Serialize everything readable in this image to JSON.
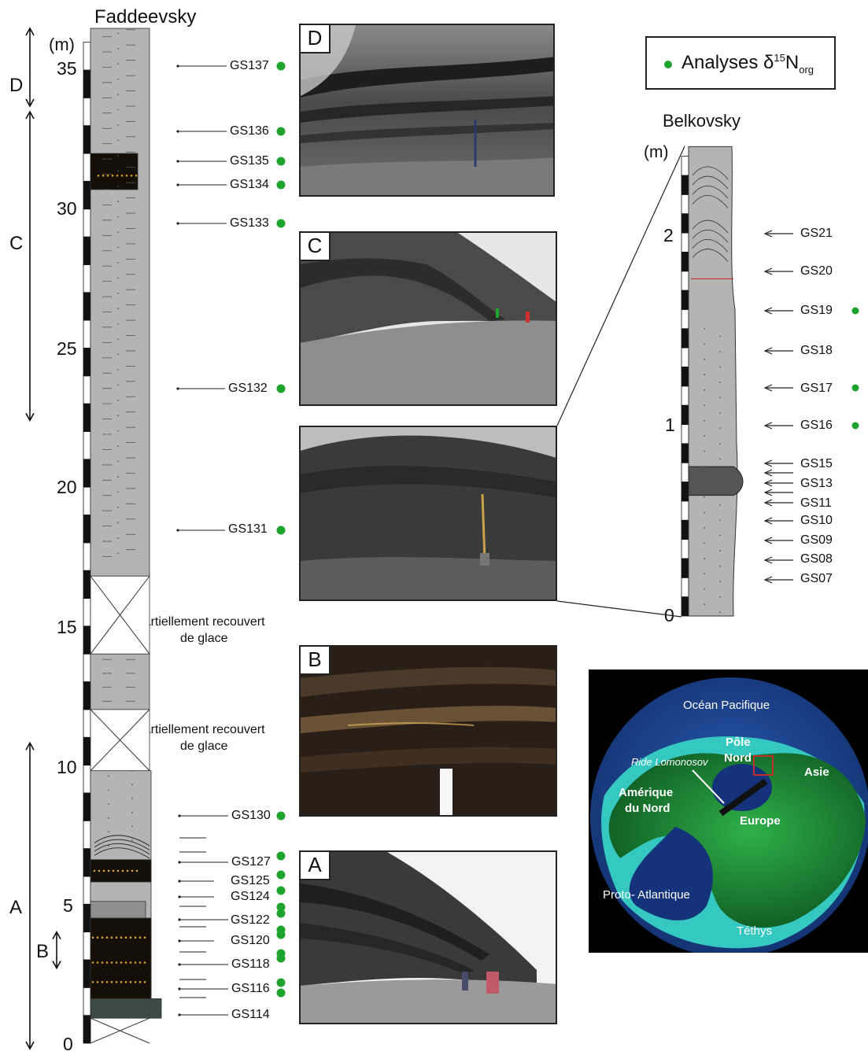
{
  "faddeevsky": {
    "title": "Faddeevsky",
    "unit": "(m)",
    "ticks": [
      {
        "label": "35",
        "m": 35
      },
      {
        "label": "30",
        "m": 30
      },
      {
        "label": "25",
        "m": 25
      },
      {
        "label": "20",
        "m": 20
      },
      {
        "label": "15",
        "m": 15
      },
      {
        "label": "10",
        "m": 10
      },
      {
        "label": "5",
        "m": 5
      },
      {
        "label": "0",
        "m": 0
      }
    ],
    "sections": [
      {
        "id": "D",
        "label": "D"
      },
      {
        "id": "C",
        "label": "C"
      },
      {
        "id": "A",
        "label": "A"
      },
      {
        "id": "B",
        "label": "B"
      }
    ],
    "gap_note_line1": "Partiellement recouvert",
    "gap_note_line2": "de glace",
    "samples": [
      {
        "label": "GS137",
        "analysed": true
      },
      {
        "label": "GS136",
        "analysed": true
      },
      {
        "label": "GS135",
        "analysed": true
      },
      {
        "label": "GS134",
        "analysed": true
      },
      {
        "label": "GS133",
        "analysed": true
      },
      {
        "label": "GS132",
        "analysed": true
      },
      {
        "label": "GS131",
        "analysed": true
      },
      {
        "label": "GS130",
        "analysed": true
      },
      {
        "label": "GS127",
        "analysed": true
      },
      {
        "label": "GS125",
        "analysed": true
      },
      {
        "label": "GS124",
        "analysed": true
      },
      {
        "label": "GS122",
        "analysed": true
      },
      {
        "label": "GS120",
        "analysed": true
      },
      {
        "label": "GS118",
        "analysed": true
      },
      {
        "label": "GS116",
        "analysed": true
      },
      {
        "label": "GS114",
        "analysed": false
      }
    ]
  },
  "legend": {
    "prefix": "Analyses δ",
    "sup": "15",
    "mid": "N",
    "sub": "org",
    "dot_color": "#1fa32f"
  },
  "belkovsky": {
    "title": "Belkovsky",
    "unit": "(m)",
    "ticks": [
      {
        "label": "2",
        "m": 2
      },
      {
        "label": "1",
        "m": 1
      },
      {
        "label": "0",
        "m": 0
      }
    ],
    "samples": [
      {
        "label": "GS21",
        "analysed": false
      },
      {
        "label": "GS20",
        "analysed": false
      },
      {
        "label": "GS19",
        "analysed": true
      },
      {
        "label": "GS18",
        "analysed": false
      },
      {
        "label": "GS17",
        "analysed": true
      },
      {
        "label": "GS16",
        "analysed": true
      },
      {
        "label": "GS15",
        "analysed": false
      },
      {
        "label": "GS13",
        "analysed": false
      },
      {
        "label": "GS11",
        "analysed": false
      },
      {
        "label": "GS10",
        "analysed": false
      },
      {
        "label": "GS09",
        "analysed": false
      },
      {
        "label": "GS08",
        "analysed": false
      },
      {
        "label": "GS07",
        "analysed": false
      }
    ]
  },
  "photos": [
    {
      "id": "photo-d",
      "label": "D"
    },
    {
      "id": "photo-c1",
      "label": "C"
    },
    {
      "id": "photo-c2",
      "label": ""
    },
    {
      "id": "photo-b",
      "label": "B"
    },
    {
      "id": "photo-a",
      "label": "A"
    }
  ],
  "map": {
    "ocean_pacifique": "Océan Pacifique",
    "pole_nord_1": "Pôle",
    "pole_nord_2": "Nord",
    "ride": "Ride Lomonosov",
    "asie": "Asie",
    "amerique_1": "Amérique",
    "amerique_2": "du Nord",
    "europe": "Europe",
    "proto_atlantique": "Proto- Atlantique",
    "tethys": "Téthys"
  },
  "colors": {
    "sediment_grey": "#b4b4b4",
    "coal_black": "#141008",
    "analysis_green": "#1fa32f",
    "land_green": "#1c9a3c",
    "ocean_blue": "#1a3a8a",
    "shelf_cyan": "#35c8c0"
  }
}
